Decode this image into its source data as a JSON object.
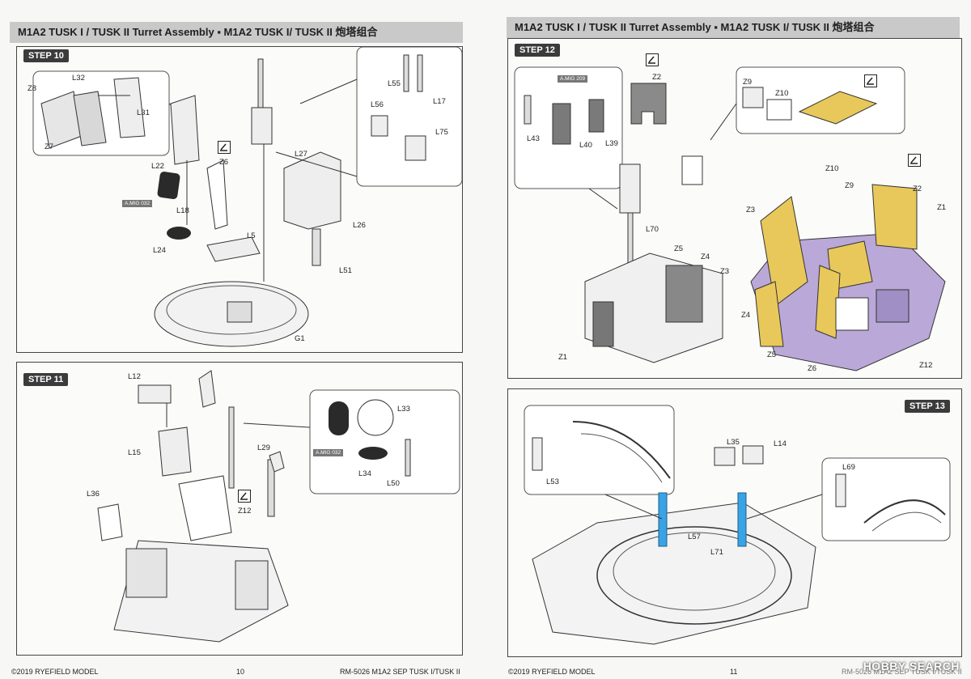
{
  "left_page": {
    "header": "M1A2 TUSK I / TUSK II Turret Assembly ▪ M1A2 TUSK I/ TUSK II 炮塔组合",
    "step10": {
      "title": "STEP 10",
      "labels": [
        "Z8",
        "L32",
        "L31",
        "Z7",
        "L22",
        "A.MIG 032",
        "L18",
        "L24",
        "Z6",
        "L5",
        "L27",
        "L26",
        "L51",
        "G1",
        "L55",
        "L56",
        "L17",
        "L75"
      ]
    },
    "step11": {
      "title": "STEP 11",
      "labels": [
        "L12",
        "L15",
        "L36",
        "L29",
        "Z12",
        "L33",
        "A.MIG 032",
        "L34",
        "L50"
      ]
    },
    "footer_left": "©2019 RYEFIELD MODEL",
    "page_number": "10",
    "footer_right": "RM-5026 M1A2 SEP TUSK I/TUSK II"
  },
  "right_page": {
    "header": "M1A2 TUSK I / TUSK II Turret Assembly ▪ M1A2 TUSK I/ TUSK II 炮塔组合",
    "step12": {
      "title": "STEP 12",
      "labels": [
        "A.MIG 209",
        "L43",
        "L40",
        "L39",
        "Z2",
        "Z9",
        "Z10",
        "L70",
        "Z5",
        "Z4",
        "Z3",
        "Z1",
        "Z10",
        "Z9",
        "Z2",
        "Z3",
        "Z1",
        "Z4",
        "Z5",
        "Z6",
        "Z12"
      ]
    },
    "step13": {
      "title": "STEP 13",
      "labels": [
        "L53",
        "L35",
        "L14",
        "L69",
        "L57",
        "L71"
      ]
    },
    "footer_left": "©2019 RYEFIELD MODEL",
    "page_number": "11",
    "footer_right": "RM-5026 M1A2 SEP TUSK I/TUSK II",
    "watermark": "HOBBY SEARCH"
  },
  "colors": {
    "header_bg": "#c9c9c9",
    "step_badge": "#3b3b3b",
    "photo_etch_gold": "#e8c85a",
    "turret_purple": "#b9a8d8",
    "highlight_blue": "#3aa3e6",
    "rubber_dark": "#2a2a2a"
  },
  "icons": [
    "photo-etch-marker-icon"
  ]
}
